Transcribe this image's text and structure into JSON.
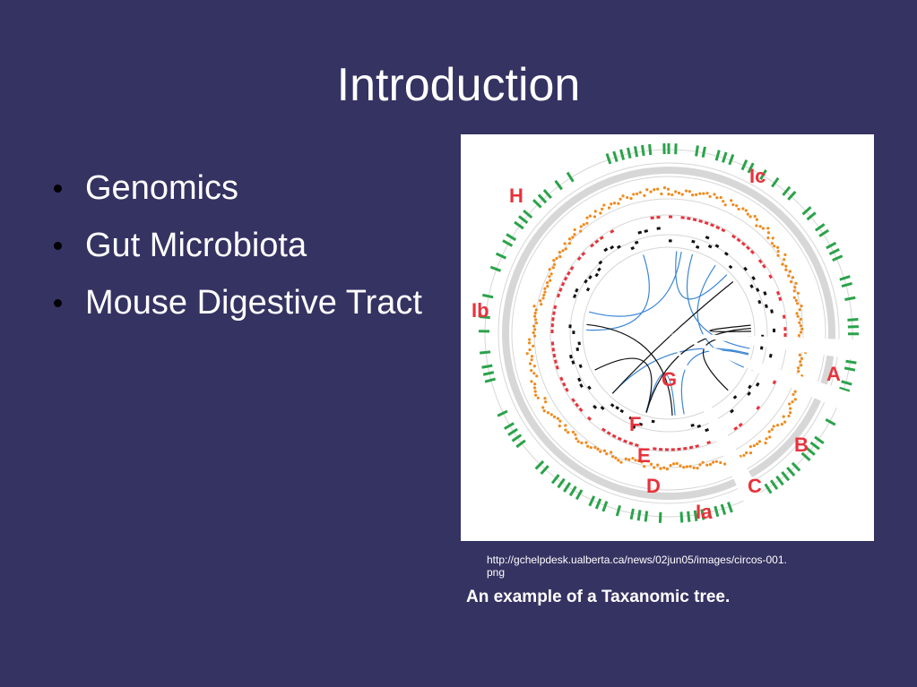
{
  "slide": {
    "title": "Introduction",
    "bullets": [
      "Genomics",
      "Gut Microbiota",
      "Mouse Digestive Tract"
    ],
    "figure": {
      "segment_labels": [
        "Ic",
        "H",
        "Ib",
        "G",
        "F",
        "E",
        "D",
        "Ia",
        "C",
        "B",
        "A"
      ],
      "source_url": "http://gchelpdesk.ualberta.ca/news/02jun05/images/circos-001.png",
      "caption": "An example of a Taxanomic tree."
    },
    "colors": {
      "background": "#353362",
      "label_red": "#e8323c",
      "ring_green": "#2aa34a",
      "ring_orange": "#f08a1c",
      "link_blue": "#3b86d6",
      "link_black": "#111111"
    }
  }
}
